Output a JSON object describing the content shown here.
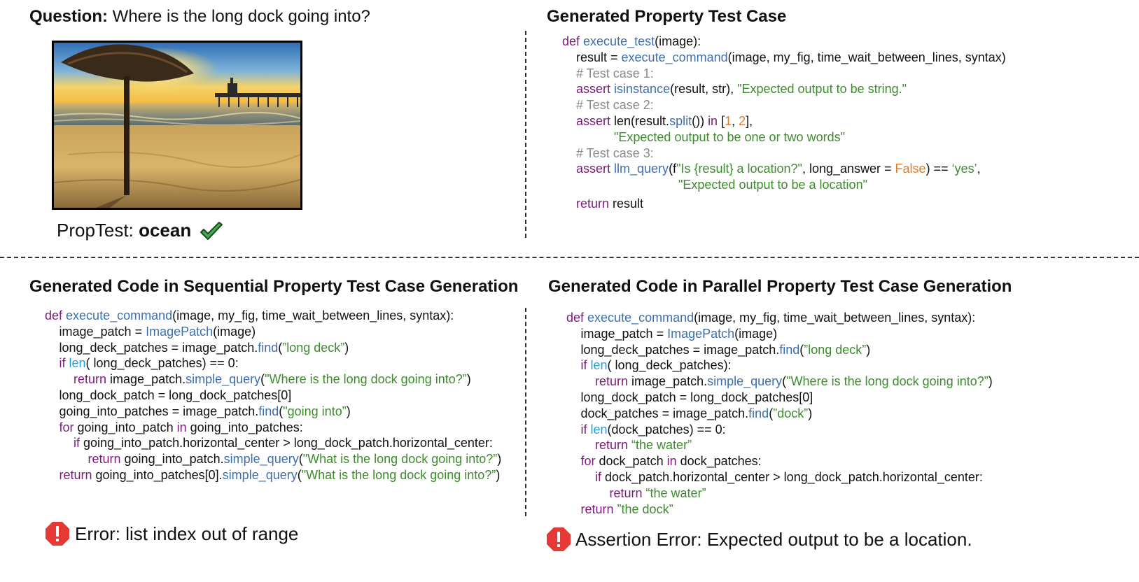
{
  "question": {
    "label": "Question:",
    "text": "Where is the long dock going into?"
  },
  "titles": {
    "property_test": "Generated Property Test Case",
    "sequential": "Generated Code in Sequential Property Test Case Generation",
    "parallel": "Generated Code in Parallel Property Test Case Generation"
  },
  "proptest": {
    "label": "PropTest:",
    "answer": "ocean"
  },
  "errors": {
    "sequential": "Error: list index out of range",
    "parallel": "Assertion Error: Expected output to be a location."
  },
  "code_test": [
    {
      "indent": 0,
      "tokens": [
        [
          "kw",
          "def "
        ],
        [
          "fn",
          "execute_test"
        ],
        [
          "t",
          "(image):"
        ]
      ]
    },
    {
      "indent": 1,
      "tokens": [
        [
          "t",
          "result = "
        ],
        [
          "fn",
          "execute_command"
        ],
        [
          "t",
          "(image, my_fig, time_wait_between_lines, syntax)"
        ]
      ]
    },
    {
      "indent": 1,
      "tokens": [
        [
          "cm",
          "# Test case 1:"
        ]
      ]
    },
    {
      "indent": 1,
      "tokens": [
        [
          "kw",
          "assert "
        ],
        [
          "fn",
          "isinstance"
        ],
        [
          "t",
          "(result, str), "
        ],
        [
          "str",
          "\"Expected output to be string.\""
        ]
      ]
    },
    {
      "indent": 1,
      "tokens": [
        [
          "cm",
          "# Test case 2:"
        ]
      ]
    },
    {
      "indent": 1,
      "tokens": [
        [
          "kw",
          "assert "
        ],
        [
          "t",
          "len(result."
        ],
        [
          "fn",
          "split"
        ],
        [
          "t",
          "()) "
        ],
        [
          "kw",
          "in"
        ],
        [
          "t",
          " ["
        ],
        [
          "num",
          "1"
        ],
        [
          "t",
          ", "
        ],
        [
          "num",
          "2"
        ],
        [
          "t",
          "],"
        ]
      ]
    },
    {
      "indent": 3.7,
      "tokens": [
        [
          "str",
          "\"Expected output to be one or two words\""
        ]
      ]
    },
    {
      "indent": 1,
      "tokens": [
        [
          "cm",
          "# Test case 3:"
        ]
      ]
    },
    {
      "indent": 1,
      "tokens": [
        [
          "kw",
          "assert "
        ],
        [
          "fn",
          "llm_query"
        ],
        [
          "t",
          "(f"
        ],
        [
          "str",
          "\"Is {result} a location?\""
        ],
        [
          "t",
          ", long_answer = "
        ],
        [
          "num",
          "False"
        ],
        [
          "t",
          ") == "
        ],
        [
          "str",
          "‘yes’"
        ],
        [
          "t",
          ","
        ]
      ]
    },
    {
      "indent": 8.3,
      "tokens": [
        [
          "str",
          "\"Expected output to be a location\""
        ]
      ]
    },
    {
      "indent": 1,
      "gap": 4,
      "tokens": [
        [
          "kw",
          "return "
        ],
        [
          "t",
          "result"
        ]
      ]
    }
  ],
  "code_sequential": [
    {
      "indent": 0,
      "tokens": [
        [
          "kw",
          "def "
        ],
        [
          "fn",
          "execute_command"
        ],
        [
          "t",
          "(image, my_fig, time_wait_between_lines, syntax):"
        ]
      ]
    },
    {
      "indent": 1,
      "tokens": [
        [
          "t",
          "image_patch = "
        ],
        [
          "fn",
          "ImagePatch"
        ],
        [
          "t",
          "(image)"
        ]
      ]
    },
    {
      "indent": 1,
      "tokens": [
        [
          "t",
          "long_deck_patches = image_patch."
        ],
        [
          "fn",
          "find"
        ],
        [
          "t",
          "("
        ],
        [
          "str",
          "”long deck”"
        ],
        [
          "t",
          ")"
        ]
      ]
    },
    {
      "indent": 1,
      "tokens": [
        [
          "kw",
          "if "
        ],
        [
          "fn2",
          "len"
        ],
        [
          "t",
          "( long_deck_patches) == 0:"
        ]
      ]
    },
    {
      "indent": 2,
      "tokens": [
        [
          "kw",
          "return "
        ],
        [
          "t",
          "image_patch."
        ],
        [
          "fn",
          "simple_query"
        ],
        [
          "t",
          "("
        ],
        [
          "str",
          "\"Where is the long dock going into?”"
        ],
        [
          "t",
          ")"
        ]
      ]
    },
    {
      "indent": 1,
      "tokens": [
        [
          "t",
          "long_dock_patch = long_dock_patches[0]"
        ]
      ]
    },
    {
      "indent": 1,
      "tokens": [
        [
          "t",
          "going_into_patches = image_patch."
        ],
        [
          "fn",
          "find"
        ],
        [
          "t",
          "("
        ],
        [
          "str",
          "\"going into”"
        ],
        [
          "t",
          ")"
        ]
      ]
    },
    {
      "indent": 1,
      "tokens": [
        [
          "kw",
          "for "
        ],
        [
          "t",
          "going_into_patch "
        ],
        [
          "kw",
          "in "
        ],
        [
          "t",
          "going_into_patches:"
        ]
      ]
    },
    {
      "indent": 2,
      "tokens": [
        [
          "kw",
          "if "
        ],
        [
          "t",
          "going_into_patch.horizontal_center > long_dock_patch.horizontal_center:"
        ]
      ]
    },
    {
      "indent": 3,
      "tokens": [
        [
          "kw",
          "return "
        ],
        [
          "t",
          "going_into_patch."
        ],
        [
          "fn",
          "simple_query"
        ],
        [
          "t",
          "("
        ],
        [
          "str",
          "\"What is the long dock going into?”"
        ],
        [
          "t",
          ")"
        ]
      ]
    },
    {
      "indent": 1,
      "tokens": [
        [
          "kw",
          "return "
        ],
        [
          "t",
          "going_into_patches[0]."
        ],
        [
          "fn",
          "simple_query"
        ],
        [
          "t",
          "("
        ],
        [
          "str",
          "\"What is the long dock going into?”"
        ],
        [
          "t",
          ")"
        ]
      ]
    }
  ],
  "code_parallel": [
    {
      "indent": 0,
      "tokens": [
        [
          "kw",
          "def "
        ],
        [
          "fn",
          "execute_command"
        ],
        [
          "t",
          "(image, my_fig, time_wait_between_lines, syntax):"
        ]
      ]
    },
    {
      "indent": 1,
      "tokens": [
        [
          "t",
          "image_patch = "
        ],
        [
          "fn",
          "ImagePatch"
        ],
        [
          "t",
          "(image)"
        ]
      ]
    },
    {
      "indent": 1,
      "tokens": [
        [
          "t",
          "long_deck_patches = image_patch."
        ],
        [
          "fn",
          "find"
        ],
        [
          "t",
          "("
        ],
        [
          "str",
          "”long deck”"
        ],
        [
          "t",
          ")"
        ]
      ]
    },
    {
      "indent": 1,
      "tokens": [
        [
          "kw",
          "if "
        ],
        [
          "fn2",
          "len"
        ],
        [
          "t",
          "( long_deck_patches):"
        ]
      ]
    },
    {
      "indent": 2,
      "tokens": [
        [
          "kw",
          "return "
        ],
        [
          "t",
          "image_patch."
        ],
        [
          "fn",
          "simple_query"
        ],
        [
          "t",
          "("
        ],
        [
          "str",
          "\"Where is the long dock going into?”"
        ],
        [
          "t",
          ")"
        ]
      ]
    },
    {
      "indent": 1,
      "tokens": [
        [
          "t",
          "long_dock_patch = long_dock_patches[0]"
        ]
      ]
    },
    {
      "indent": 1,
      "tokens": [
        [
          "t",
          "dock_patches = image_patch."
        ],
        [
          "fn",
          "find"
        ],
        [
          "t",
          "("
        ],
        [
          "str",
          "”dock”"
        ],
        [
          "t",
          ")"
        ]
      ]
    },
    {
      "indent": 1,
      "tokens": [
        [
          "kw",
          "if "
        ],
        [
          "fn2",
          "len"
        ],
        [
          "t",
          "(dock_patches) == 0:"
        ]
      ]
    },
    {
      "indent": 2,
      "tokens": [
        [
          "kw",
          "return "
        ],
        [
          "str",
          "“the water”"
        ]
      ]
    },
    {
      "indent": 1,
      "tokens": [
        [
          "kw",
          "for "
        ],
        [
          "t",
          "dock_patch "
        ],
        [
          "kw",
          "in "
        ],
        [
          "t",
          "dock_patches:"
        ]
      ]
    },
    {
      "indent": 2,
      "tokens": [
        [
          "kw",
          "if "
        ],
        [
          "t",
          "dock_patch.horizontal_center > long_dock_patch.horizontal_center:"
        ]
      ]
    },
    {
      "indent": 3,
      "tokens": [
        [
          "kw",
          "return "
        ],
        [
          "str",
          "“the water”"
        ]
      ]
    },
    {
      "indent": 1,
      "tokens": [
        [
          "kw",
          "return "
        ],
        [
          "str",
          "”the dock”"
        ]
      ]
    }
  ],
  "icons": {
    "check": "checkmark-icon",
    "error": "error-octagon-icon"
  },
  "colors": {
    "keyword": "#7a1a7a",
    "function": "#3d6fb0",
    "string": "#3e8a2e",
    "comment": "#8a8a8a",
    "number": "#e07b28",
    "check": "#3fae4f",
    "error": "#e53935"
  }
}
